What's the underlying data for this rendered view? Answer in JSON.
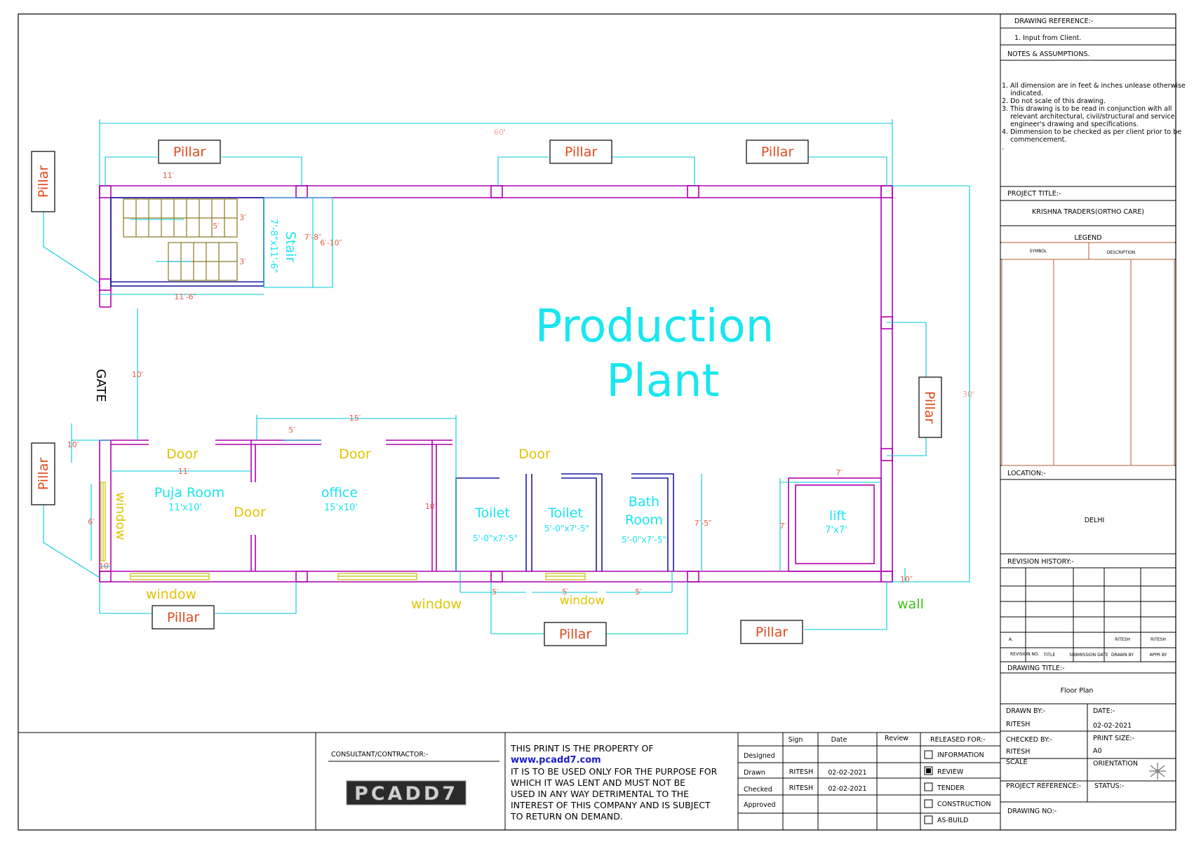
{
  "plan": {
    "title_line1": "Production",
    "title_line2": "Plant",
    "gate": "GATE",
    "dimensions": {
      "overall_length": "60′",
      "overall_width": "30′",
      "stair_run_11": "11′",
      "stair_width": "11′-6″",
      "stair_step_5": "5′",
      "stair_3a": "3′",
      "stair_3b": "3′",
      "stair_7_8": "7′-8″",
      "stair_6_10": "6′-10″",
      "gate_10": "10′",
      "office_15": "15′",
      "door_5": "5′",
      "puja_10": "10′",
      "puja_11": "11′",
      "window_6": "6′",
      "puja_10b": "10″",
      "office_10": "10′",
      "bath_7_5": "7′-5″",
      "lift_7w": "7′",
      "lift_7h": "7′",
      "toilet_5a": "5′",
      "toilet_5b": "5′",
      "bath_5": "5′",
      "wall_10": "10″"
    },
    "rooms": {
      "puja_name": "Puja Room",
      "puja_size": "11'x10'",
      "office_name": "office",
      "office_size": "15'x10'",
      "toilet1_name": "Toilet",
      "toilet1_size": "5'-0\"x7'-5\"",
      "toilet2_name": "Toilet",
      "toilet2_size": "5'-0\"x7'-5\"",
      "bath_line1": "Bath",
      "bath_line2": "Room",
      "bath_size": "5'-0\"x7'-5\"",
      "lift_name": "lift",
      "lift_size": "7'x7'",
      "stair_name": "Stair",
      "stair_size": "7'-8\"x11'-6\""
    },
    "labels": {
      "door1": "Door",
      "door2": "Door",
      "door3": "Door",
      "door4": "Door",
      "window_left": "window",
      "window1": "window",
      "window2": "window",
      "window3": "window",
      "wall": "wall"
    },
    "pillars": {
      "top1": "Pillar",
      "top2": "Pillar",
      "top3": "Pillar",
      "left1": "Pillar",
      "left2": "Pillar",
      "right1": "Pillar",
      "bottom1": "Pillar",
      "bottom2": "Pillar",
      "bottom3": "Pillar"
    }
  },
  "title_block": {
    "drawing_reference_label": "DRAWING REFERENCE:-",
    "drawing_reference_item": "1. Input from Client.",
    "notes_label": "NOTES & ASSUMPTIONS.",
    "notes": [
      "1. All dimension are in feet & inches unlease otherwise",
      "    indicated.",
      "2. Do not scale of this drawing.",
      "3. This drawing is to be read in conjunction with all",
      "    relevant architectural, civil/structural and service",
      "    engineer's drawing and specifications.",
      "4. Dimmension to be checked as per client prior to be",
      "    commencement.",
      "."
    ],
    "project_title_label": "PROJECT TITLE:-",
    "project_title": "KRISHNA TRADERS(ORTHO CARE)",
    "legend_label": "LEGEND",
    "legend_symbol": "SYMBOL",
    "legend_description": "DESCRIPTION",
    "location_label": "LOCATION:-",
    "location": "DELHI",
    "revision_history_label": "REVISION HISTORY:-",
    "revision_row": {
      "no": "A.",
      "drawn_by": "RITESH",
      "appr_by": "RITESH"
    },
    "revision_headers": {
      "no": "REVISION NO.",
      "title": "TITLE",
      "submission_date": "SUBMISSION DATE",
      "drawn_by": "DRAWN BY",
      "appr_by": "APPR BY"
    },
    "drawing_title_label": "DRAWING TITLE:-",
    "drawing_title": "Floor Plan",
    "drawn_by_label": "DRAWN BY:-",
    "drawn_by": "RITESH",
    "date_label": "DATE:-",
    "date": "02-02-2021",
    "checked_by_label": "CHECKED BY:-",
    "checked_by": "RITESH",
    "print_size_label": "PRINT SIZE:-",
    "print_size": "A0",
    "scale_label": "SCALE",
    "orientation_label": "ORIENTATION",
    "project_reference_label": "PROJECT REFERENCE:-",
    "status_label": "STATUS:-",
    "drawing_no_label": "DRAWING NO:-"
  },
  "bottom_block": {
    "consultant_label": "CONSULTANT/CONTRACTOR:-",
    "logo_text": "PCADD7",
    "property_line1": "THIS PRINT IS THE PROPERTY OF",
    "property_url": "www.pcadd7.com",
    "property_line2": "IT IS TO BE USED ONLY FOR THE PURPOSE FOR",
    "property_line3": "WHICH IT WAS LENT AND MUST NOT BE",
    "property_line4": "USED IN ANY WAY DETRIMENTAL TO THE",
    "property_line5": "INTEREST OF THIS COMPANY AND IS SUBJECT",
    "property_line6": "TO RETURN ON DEMAND.",
    "sign_header": "Sign",
    "date_header": "Date",
    "review_header": "Review",
    "designed": "Designed",
    "drawn": "Drawn",
    "drawn_sign": "RITESH",
    "drawn_date": "02-02-2021",
    "checked": "Checked",
    "checked_sign": "RITESH",
    "checked_date": "02-02-2021",
    "approved": "Approved",
    "released_for_label": "RELEASED FOR:-",
    "released_options": [
      "INFORMATION",
      "REVIEW",
      "TENDER",
      "CONSTRUCTION",
      "AS-BUILD"
    ],
    "released_selected": "REVIEW"
  }
}
